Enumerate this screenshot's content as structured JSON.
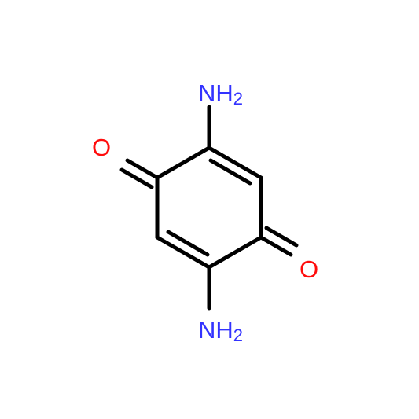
{
  "molecule": {
    "colors": {
      "bond": "#000000",
      "nitrogen": "#3333ff",
      "oxygen": "#ff0d0d",
      "background": "#ffffff"
    },
    "labels": {
      "amino_top": {
        "main": "NH",
        "sub": "2"
      },
      "amino_bottom": {
        "main": "NH",
        "sub": "2"
      },
      "oxygen_left": "O",
      "oxygen_right": "O"
    }
  }
}
